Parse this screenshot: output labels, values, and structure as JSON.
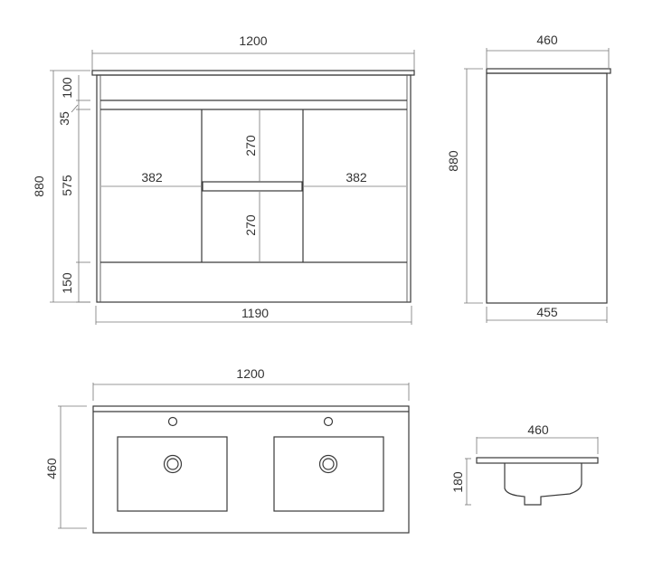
{
  "front_view": {
    "overall_width": "1200",
    "bottom_width": "1190",
    "overall_height": "880",
    "top_rail": "100",
    "gap": "35",
    "door_height": "575",
    "kick_height": "150",
    "left_door_width": "382",
    "right_door_width": "382",
    "drawer_upper": "270",
    "drawer_lower": "270"
  },
  "side_view": {
    "top_width": "460",
    "bottom_width": "455",
    "height": "880"
  },
  "basin_top_view": {
    "width": "1200",
    "depth": "460"
  },
  "basin_side_view": {
    "width": "460",
    "depth": "180"
  },
  "colors": {
    "line": "#3a3a3a",
    "text": "#333333",
    "background": "#ffffff"
  }
}
